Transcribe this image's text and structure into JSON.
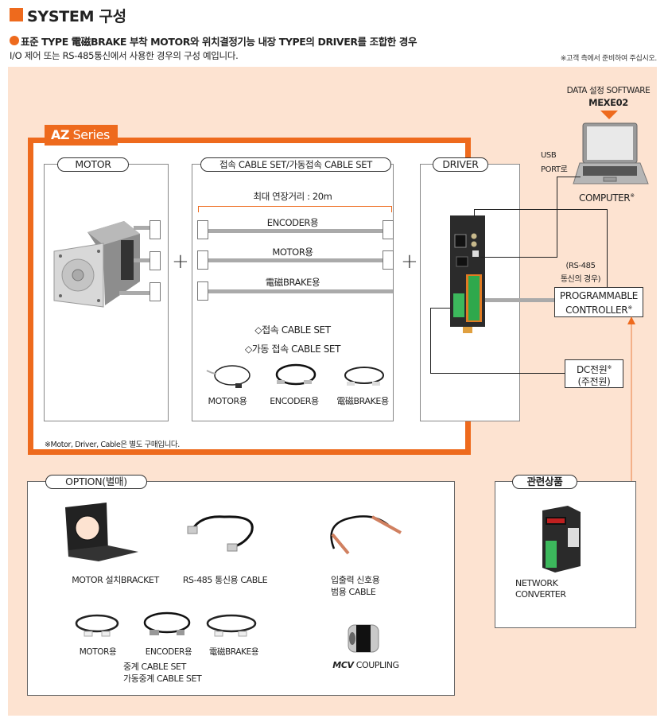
{
  "header": {
    "title": "SYSTEM 구성",
    "subtitle": "표준 TYPE 電磁BRAKE 부착 MOTOR와 위치결정기능 내장 TYPE의 DRIVER를 조합한 경우",
    "description": "I/O 제어 또는 RS-485통신에서 사용한 경우의 구성 예입니다.",
    "customer_note": "※고객 측에서 준비하여 주십시오."
  },
  "az_series": {
    "tab_bold": "AZ",
    "tab_rest": " Series",
    "motor": {
      "title": "MOTOR",
      "icon": "stepper-motor-image"
    },
    "cable_set": {
      "title": "접속 CABLE SET/가동접속 CABLE SET",
      "max_length": "최대 연장거리 : 20m",
      "cables": [
        {
          "label": "ENCODER용"
        },
        {
          "label": "MOTOR용"
        },
        {
          "label": "電磁BRAKE용"
        }
      ],
      "set_types": [
        "◇접속 CABLE SET",
        "◇가동 접속 CABLE SET"
      ],
      "photos": [
        {
          "label": "MOTOR용"
        },
        {
          "label": "ENCODER용"
        },
        {
          "label": "電磁BRAKE용"
        }
      ]
    },
    "driver": {
      "title": "DRIVER",
      "icon": "driver-unit-image"
    },
    "plus_sign": "+",
    "footnote": "※Motor, Driver, Cable은 별도 구매입니다."
  },
  "computer": {
    "software_label": "DATA 설정 SOFTWARE",
    "software_name": "MEXE02",
    "label": "COMPUTER",
    "note_mark": "※",
    "usb_label_1": "USB",
    "usb_label_2": "PORT로"
  },
  "rs485_note": [
    "(RS-485",
    "통신의 경우)"
  ],
  "plc": {
    "line1": "PROGRAMMABLE",
    "line2": "CONTROLLER",
    "note_mark": "※"
  },
  "dc_power": {
    "line1": "DC전원",
    "line2": "(주전원)",
    "note_mark": "※"
  },
  "option": {
    "title": "OPTION(별매)",
    "items": [
      {
        "label": "MOTOR 설치BRACKET"
      },
      {
        "label": "RS-485 통신용 CABLE"
      },
      {
        "label_line1": "입출력 신호용",
        "label_line2": "범용 CABLE"
      },
      {
        "label": "MCV",
        "label_rest": " COUPLING"
      }
    ],
    "relay_cables": [
      {
        "label": "MOTOR용"
      },
      {
        "label": "ENCODER용"
      },
      {
        "label": "電磁BRAKE용"
      }
    ],
    "relay_set_line1": "중계 CABLE SET",
    "relay_set_line2": "가동중계 CABLE SET"
  },
  "related": {
    "title": "관련상품",
    "product_line1": "NETWORK",
    "product_line2": "CONVERTER"
  },
  "colors": {
    "accent": "#ee6a1d",
    "panel_bg": "#fde3d1",
    "arrow_line": "#f0a070"
  }
}
